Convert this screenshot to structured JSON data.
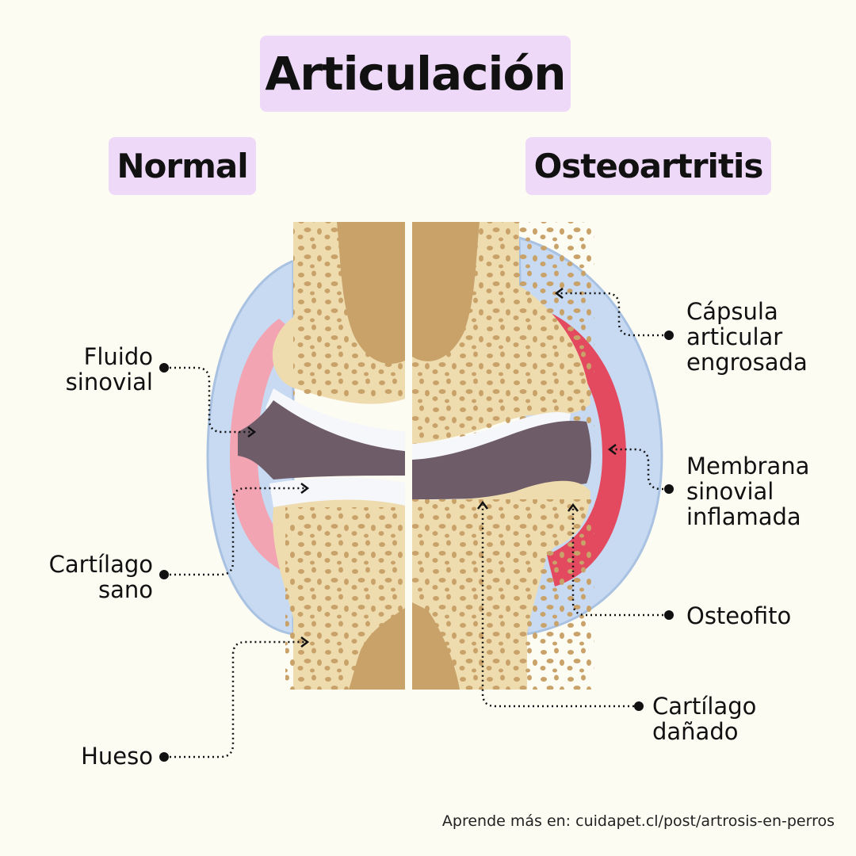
{
  "header": {
    "title": "Articulación",
    "left_heading": "Normal",
    "right_heading": "Osteoartritis"
  },
  "labels": {
    "fluido_sinovial": "Fluido\nsinovial",
    "cartilago_sano": "Cartílago\nsano",
    "hueso": "Hueso",
    "capsula": "Cápsula\narticular\nengrosada",
    "membrana": "Membrana\nsinovial\ninflamada",
    "osteofito": "Osteofito",
    "cartilago_danado": "Cartílago\ndañado"
  },
  "footer": {
    "text": "Aprende más en: cuidapet.cl/post/artrosis-en-perros"
  },
  "colors": {
    "background": "#fdfcf3",
    "pill": "#eed9f8",
    "bone": "#eedcae",
    "marrow": "#c9a26a",
    "capsule": "#c7daf2",
    "synovial_membrane": "#f2a4b2",
    "inflamed_membrane": "#e3495f",
    "synovial_fluid": "#6e5c68",
    "cartilage": "#f6f7fb"
  }
}
